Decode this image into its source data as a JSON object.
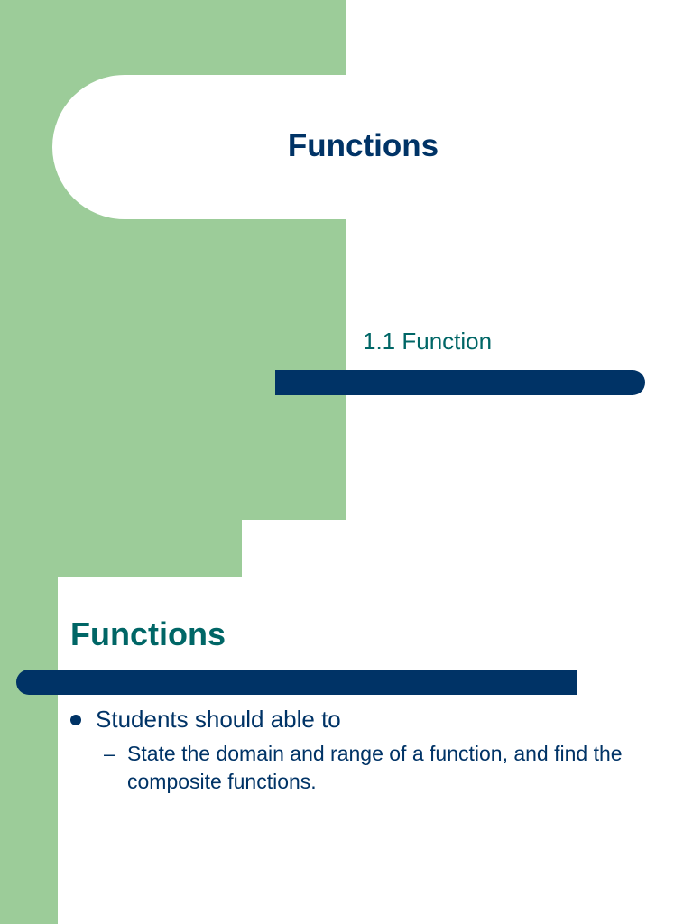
{
  "slides": [
    {
      "title": "Functions",
      "subtitle": "1.1 Function"
    },
    {
      "title": "Functions",
      "bullet": "Students should able to",
      "sub_bullet_marker": "–",
      "sub_bullet": "State the domain and range of a function, and find the composite functions."
    }
  ],
  "colors": {
    "green_panel": "#9ccc99",
    "navy": "#003366",
    "teal": "#006666",
    "background": "#ffffff"
  }
}
